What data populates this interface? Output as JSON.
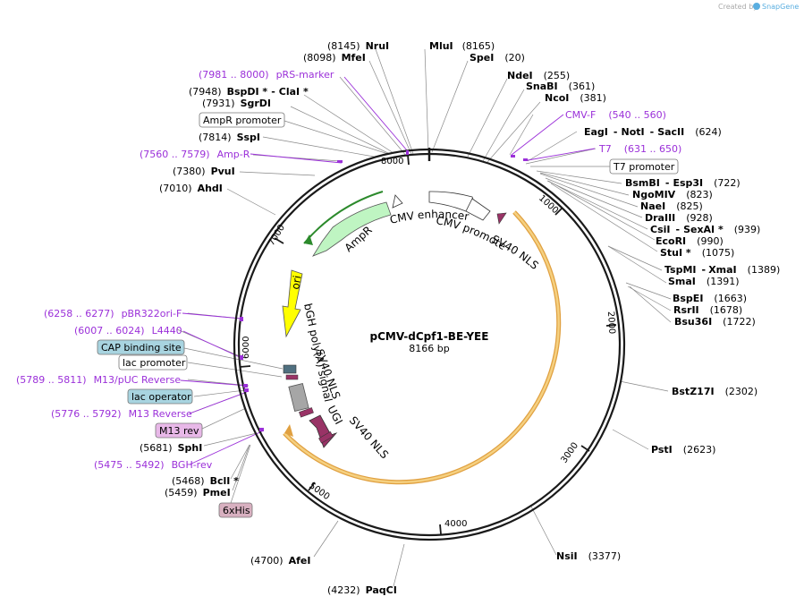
{
  "watermark": {
    "text": "Created by",
    "brand": "SnapGene"
  },
  "plasmid": {
    "name": "pCMV-dCpf1-BE-YEE",
    "length": 8166,
    "length_label": "8166 bp"
  },
  "colors": {
    "backbone": "#1a1a1a",
    "orange": "#f0b860",
    "green": "#bff5c2",
    "green_dark": "#2c8a2c",
    "yellow": "#ffff00",
    "magenta": "#993366",
    "gray": "#a6a6a6",
    "primer": "#9b30d9",
    "box_blue": "#a8d4e0",
    "box_pink": "#e8b8e8",
    "box_rose": "#d8b0c0"
  },
  "ticks": [
    {
      "label": "1000"
    },
    {
      "label": "2000"
    },
    {
      "label": "3000"
    },
    {
      "label": "4000"
    },
    {
      "label": "5000"
    },
    {
      "label": "6000"
    },
    {
      "label": "7000"
    },
    {
      "label": "8000"
    }
  ],
  "features": [
    {
      "name": "CMV enhancer"
    },
    {
      "name": "CMV promoter"
    },
    {
      "name": "SV40 NLS",
      "id": "nls1"
    },
    {
      "name": "AmpR"
    },
    {
      "name": "ori"
    },
    {
      "name": "bGH poly(A) signal"
    },
    {
      "name": "SV40 NLS",
      "id": "nls2"
    },
    {
      "name": "UGI"
    },
    {
      "name": "SV40 NLS",
      "id": "nls3"
    }
  ],
  "enzymes": [
    {
      "name": "NruI",
      "pos": "(8145)"
    },
    {
      "name": "MluI",
      "pos": "(8165)"
    },
    {
      "name": "MfeI",
      "pos": "(8098)"
    },
    {
      "name": "SpeI",
      "pos": "(20)"
    },
    {
      "name": "NdeI",
      "pos": "(255)"
    },
    {
      "name": "SnaBI",
      "pos": "(361)"
    },
    {
      "name": "NcoI",
      "pos": "(381)"
    },
    {
      "name": "BspDI *",
      "name2": "ClaI *",
      "pos": "(7948)"
    },
    {
      "name": "SgrDI",
      "pos": "(7931)"
    },
    {
      "name": "SspI",
      "pos": "(7814)"
    },
    {
      "name": "PvuI",
      "pos": "(7380)"
    },
    {
      "name": "AhdI",
      "pos": "(7010)"
    },
    {
      "name": "EagI",
      "name2": "NotI",
      "name3": "SacII",
      "pos": "(624)"
    },
    {
      "name": "BsmBI",
      "name2": "Esp3I",
      "pos": "(722)"
    },
    {
      "name": "NgoMIV",
      "pos": "(823)"
    },
    {
      "name": "NaeI",
      "pos": "(825)"
    },
    {
      "name": "DraIII",
      "pos": "(928)"
    },
    {
      "name": "CsiI",
      "name2": "SexAI *",
      "pos": "(939)"
    },
    {
      "name": "EcoRI",
      "pos": "(990)"
    },
    {
      "name": "StuI *",
      "pos": "(1075)"
    },
    {
      "name": "TspMI",
      "name2": "XmaI",
      "pos": "(1389)"
    },
    {
      "name": "SmaI",
      "pos": "(1391)"
    },
    {
      "name": "BspEI",
      "pos": "(1663)"
    },
    {
      "name": "RsrII",
      "pos": "(1678)"
    },
    {
      "name": "Bsu36I",
      "pos": "(1722)"
    },
    {
      "name": "BstZ17I",
      "pos": "(2302)"
    },
    {
      "name": "PstI",
      "pos": "(2623)"
    },
    {
      "name": "NsiI",
      "pos": "(3377)"
    },
    {
      "name": "PaqCI",
      "pos": "(4232)"
    },
    {
      "name": "AfeI",
      "pos": "(4700)"
    },
    {
      "name": "PmeI",
      "pos": "(5459)"
    },
    {
      "name": "BclI *",
      "pos": "(5468)"
    },
    {
      "name": "SphI",
      "pos": "(5681)"
    }
  ],
  "primers": [
    {
      "range": "(7981 .. 8000)",
      "name": "pRS-marker"
    },
    {
      "range": "(7560 .. 7579)",
      "name": "Amp-R"
    },
    {
      "range": "(540 .. 560)",
      "name": "CMV-F"
    },
    {
      "range": "(631 .. 650)",
      "name": "T7"
    },
    {
      "range": "(6258 .. 6277)",
      "name": "pBR322ori-F"
    },
    {
      "range": "(6007 .. 6024)",
      "name": "L4440"
    },
    {
      "range": "(5789 .. 5811)",
      "name": "M13/pUC Reverse"
    },
    {
      "range": "(5776 .. 5792)",
      "name": "M13 Reverse"
    },
    {
      "range": "(5475 .. 5492)",
      "name": "BGH-rev"
    }
  ],
  "boxes": [
    {
      "name": "AmpR promoter"
    },
    {
      "name": "T7 promoter"
    },
    {
      "name": "CAP binding site"
    },
    {
      "name": "lac promoter"
    },
    {
      "name": "lac operator"
    },
    {
      "name": "M13 rev"
    },
    {
      "name": "6xHis"
    }
  ]
}
